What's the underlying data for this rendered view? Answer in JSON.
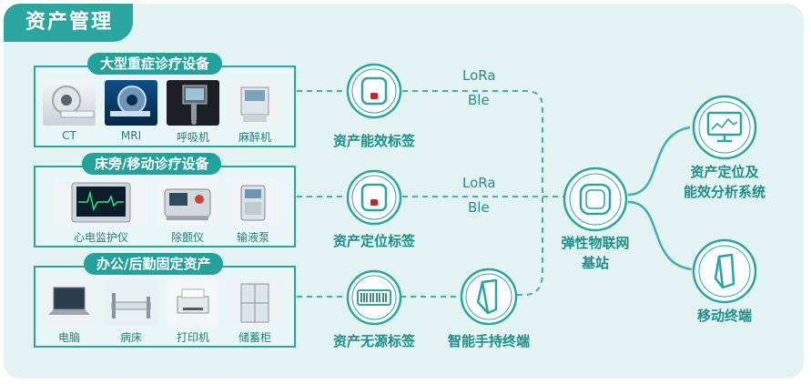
{
  "title": "资产管理",
  "colors": {
    "accent": "#2aa59f",
    "panel_bg": "#e3f3f2",
    "line": "#3fb1aa"
  },
  "groups": [
    {
      "label": "大型重症诊疗设备",
      "devices": [
        "CT",
        "MRI",
        "呼吸机",
        "麻醉机"
      ]
    },
    {
      "label": "床旁/移动诊疗设备",
      "devices": [
        "心电监护仪",
        "除颤仪",
        "输液泵"
      ]
    },
    {
      "label": "办公/后勤固定资产",
      "devices": [
        "电脑",
        "病床",
        "打印机",
        "储蓄柜"
      ]
    }
  ],
  "tags": [
    {
      "label": "资产能效标签",
      "icon": "tag-icon"
    },
    {
      "label": "资产定位标签",
      "icon": "tag-icon"
    },
    {
      "label": "资产无源标签",
      "icon": "barcode-icon"
    }
  ],
  "protocols": [
    {
      "line1": "LoRa",
      "line2": "Ble"
    },
    {
      "line1": "LoRa",
      "line2": "Ble"
    }
  ],
  "handheld": {
    "label": "智能手持终端",
    "icon": "handheld-scanner-icon"
  },
  "base_station": {
    "line1": "弹性物联网",
    "line2": "基站",
    "icon": "base-station-icon"
  },
  "outputs": [
    {
      "line1": "资产定位及",
      "line2": "能效分析系统",
      "icon": "monitor-chart-icon"
    },
    {
      "line1": "移动终端",
      "line2": "",
      "icon": "phone-icon"
    }
  ]
}
